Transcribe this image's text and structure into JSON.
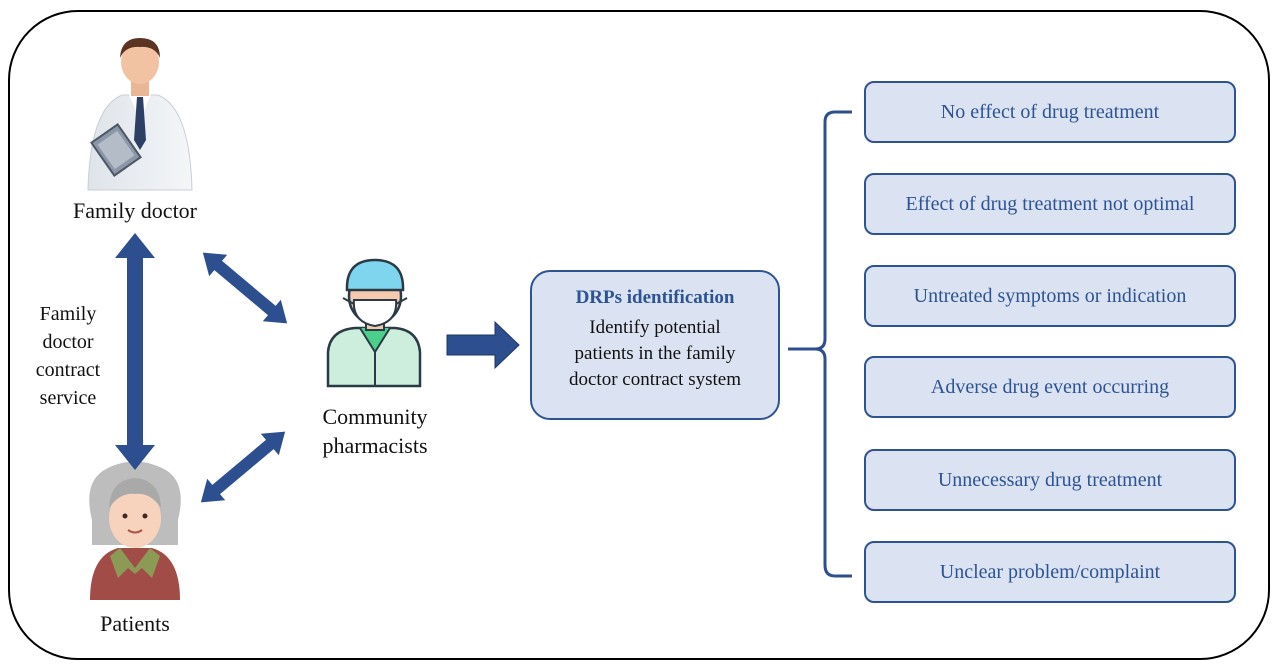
{
  "colors": {
    "accent": "#2e5393",
    "box_fill": "#dbe3f2",
    "arrow": "#2e4f8f"
  },
  "nodes": {
    "family_doctor": "Family doctor",
    "contract_service": [
      "Family",
      "doctor",
      "contract",
      "service"
    ],
    "pharmacists": [
      "Community",
      "pharmacists"
    ],
    "patients": "Patients"
  },
  "drp": {
    "title": "DRPs identification",
    "body": [
      "Identify potential",
      "patients in the family",
      "doctor contract system"
    ]
  },
  "categories": [
    "No effect of drug treatment",
    "Effect of drug treatment not optimal",
    "Untreated symptoms or indication",
    "Adverse drug event occurring",
    "Unnecessary drug treatment",
    "Unclear problem/complaint"
  ],
  "icons": [
    "doctor-icon",
    "pharmacist-icon",
    "patient-icon"
  ]
}
